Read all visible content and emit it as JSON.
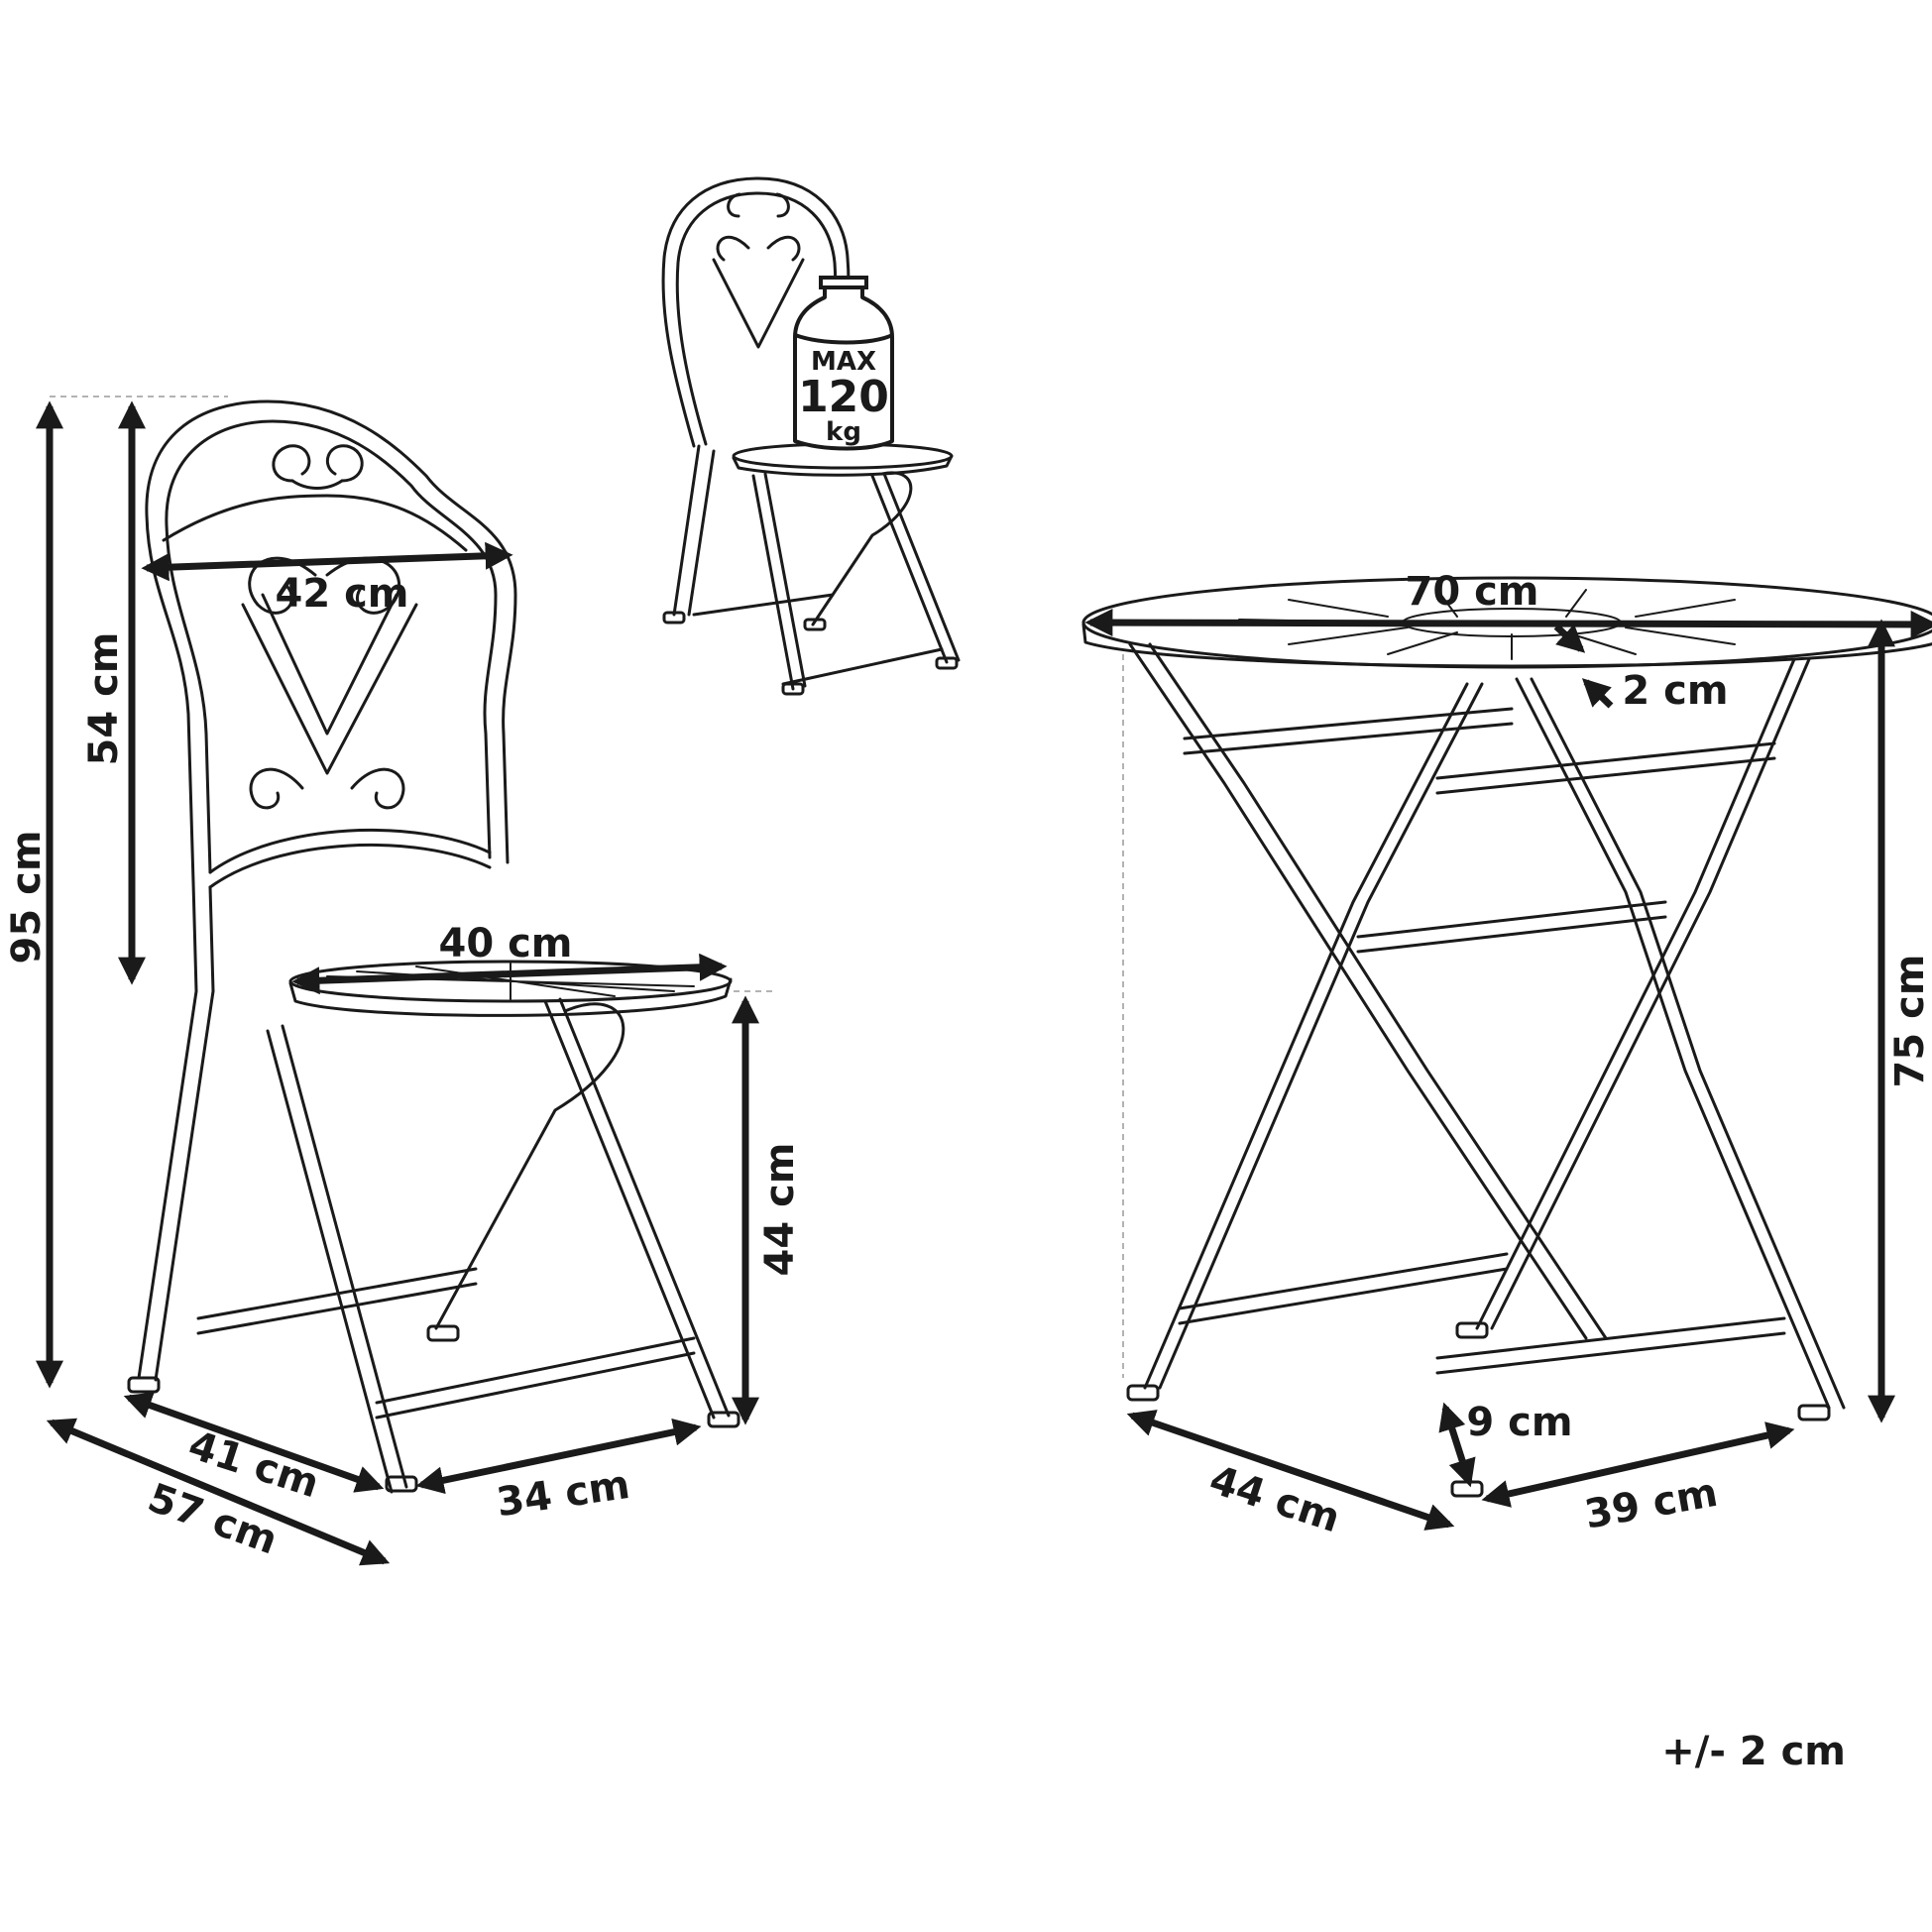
{
  "chair": {
    "height_total": "95 cm",
    "backrest_height": "54 cm",
    "backrest_width": "42 cm",
    "seat_diameter": "40 cm",
    "seat_height": "44 cm",
    "depth_base": "41 cm",
    "depth_total": "57 cm",
    "width_base": "34 cm"
  },
  "table": {
    "top_diameter": "70 cm",
    "top_thickness": "2 cm",
    "height": "75 cm",
    "foot_height": "9 cm",
    "base_depth": "44 cm",
    "base_width": "39 cm"
  },
  "load_badge": {
    "line1": "MAX",
    "line2": "120",
    "line3": "kg"
  },
  "tolerance": "+/- 2 cm"
}
